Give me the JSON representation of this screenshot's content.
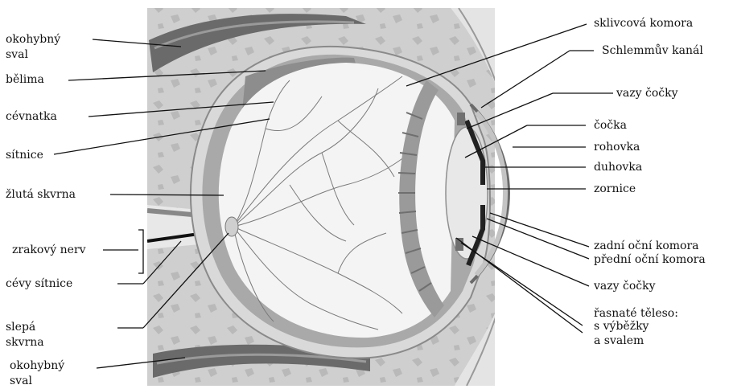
{
  "labels": {
    "okohybny_top": "okohybný sval",
    "belima": "bělima",
    "cevnatka": "cévnatka",
    "sitnice": "sítnice",
    "zluta_skvrna": "žlutá skvrna",
    "zrakovy_nerv": "zrakový nerv",
    "cevy_sitnice": "cévy sítnice",
    "slepa_skvrna": "slepá skvrna",
    "okohybny_bottom": "okohybný sval",
    "sklivcova_komora": "sklivcová komora",
    "schlemmuv_kanal": "Schlemmův kanál",
    "vazy_cocky_top": "vazy čočky",
    "cocka": "čočka",
    "rohovka": "rohovka",
    "duhovka": "duhovka",
    "zornice": "zornice",
    "zadni_ocni_komora": "zadní oční komora",
    "predni_ocni_komora": "přední oční komora",
    "vazy_cocky_bottom": "vazy čočky",
    "rasnate_teleso": "řasnaté těleso:",
    "s_vybezky": "s výběžky",
    "a_svalem": "a svalem"
  }
}
